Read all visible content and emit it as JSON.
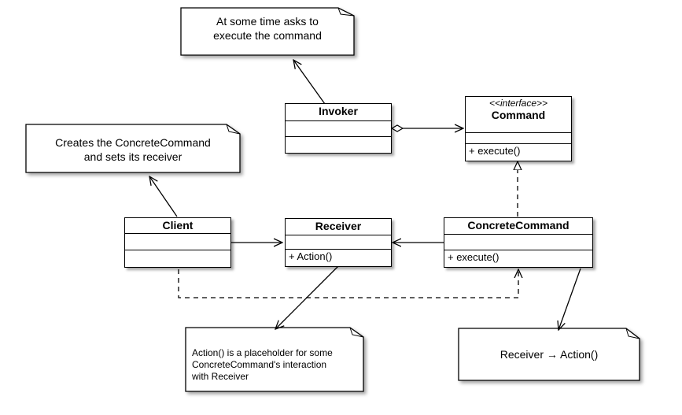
{
  "classes": {
    "invoker": {
      "name": "Invoker"
    },
    "command": {
      "stereotype": "<<interface>>",
      "name": "Command",
      "method": "+ execute()"
    },
    "client": {
      "name": "Client"
    },
    "receiver": {
      "name": "Receiver",
      "method": "+ Action()"
    },
    "concrete_command": {
      "name": "ConcreteCommand",
      "method": "+ execute()"
    }
  },
  "notes": {
    "invoker_note": {
      "line1": "At some time asks to",
      "line2": "execute the command"
    },
    "client_note": {
      "line1": "Creates the ConcreteCommand",
      "line2": "and sets its receiver"
    },
    "receiver_note": {
      "line1": "Action() is a placeholder for some",
      "line2": "ConcreteCommand's interaction",
      "line3": "with Receiver"
    },
    "concrete_note": {
      "line1": "Receiver → Action()"
    }
  },
  "colors": {
    "line": "#000000",
    "shadow": "#999999",
    "background": "#ffffff"
  }
}
